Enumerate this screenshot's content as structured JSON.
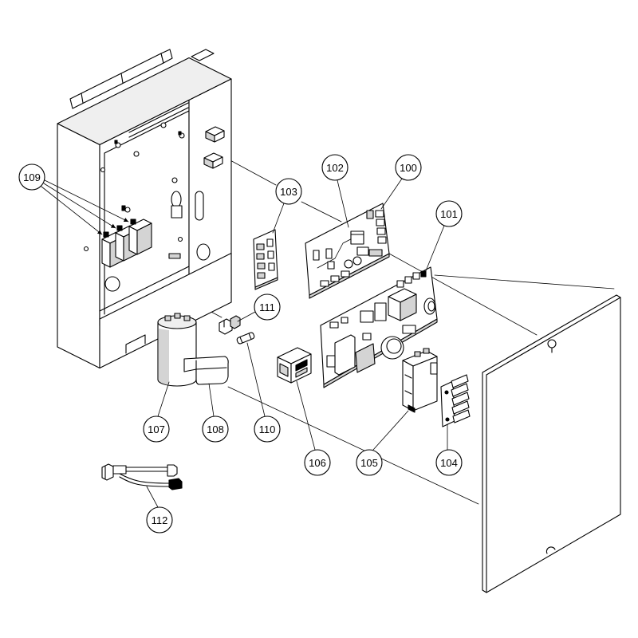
{
  "diagram": {
    "callouts": [
      "109",
      "102",
      "100",
      "103",
      "101",
      "111",
      "107",
      "108",
      "110",
      "106",
      "105",
      "104",
      "112"
    ]
  },
  "colors": {
    "line": "#000000",
    "paper": "#ffffff",
    "shade": "#d4d4d4"
  }
}
